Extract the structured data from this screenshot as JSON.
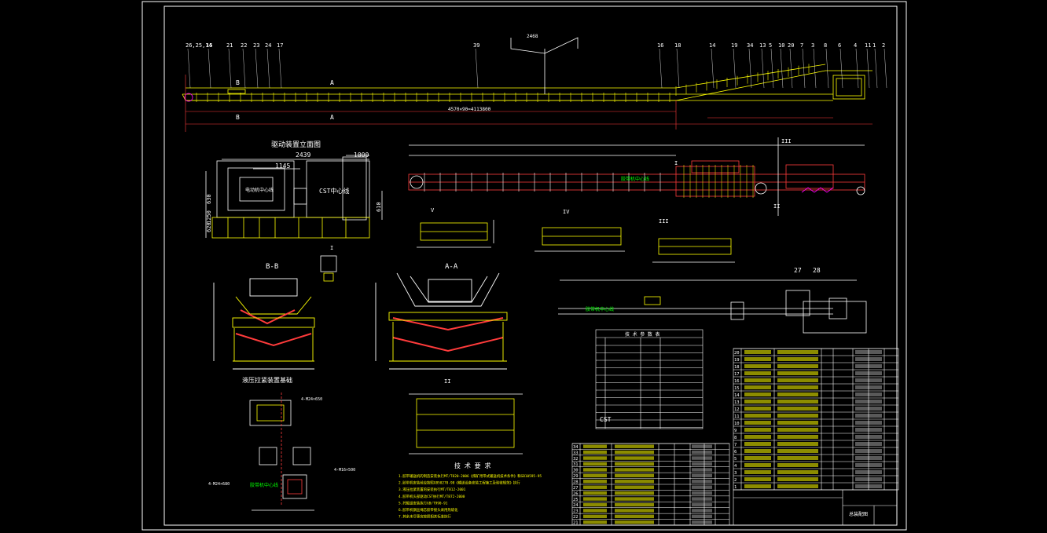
{
  "colors": {
    "background": "#000000",
    "frame": "#ffffff",
    "geometry": "#ffff00",
    "dimension": "#ff3b3b",
    "annotation": "#00ff00",
    "accent": "#ff00ff",
    "cyan": "#00ffff"
  },
  "drawing": {
    "top_labels": [
      "26,25,14",
      "15",
      "21",
      "22",
      "23",
      "24",
      "17",
      "39",
      "16",
      "18",
      "14",
      "19",
      "34",
      "13",
      "5",
      "10",
      "20",
      "7",
      "3",
      "8",
      "6",
      "4",
      "11",
      "1",
      "2"
    ],
    "top_length_dim": "2468",
    "top_total_dim": "4570×90=4113800",
    "section_A": "A",
    "section_B": "B",
    "drive_view_title": "驱动装置立面图",
    "drive_dim_2439": "2439",
    "drive_dim_1145": "1145",
    "drive_dim_1000": "1000",
    "drive_dim_1250": "1250",
    "drive_dim_630": "630",
    "drive_dim_620": "620",
    "drive_dim_610": "610",
    "drive_motor_label": "电动机中心线",
    "drive_cst_label": "CST中心线",
    "view_BB": "B-B",
    "view_AA": "A-A",
    "view_I": "I",
    "view_II": "II",
    "view_III": "III",
    "view_IV": "IV",
    "view_V": "V",
    "roman_labels_plan": [
      "I",
      "III",
      "II"
    ],
    "plan_center_label": "胶带机中心线",
    "tension_title": "液压拉紧装置基础",
    "tension_center_label": "胶带机中心线",
    "tension_labels": [
      "4-M24×650",
      "4-M24×680",
      "4-M16×500"
    ],
    "side_labels": [
      "27",
      "28"
    ],
    "side_center_label": "胶带机中心线",
    "tech_table_title": "技 术 参 数 表",
    "tech_cst_label": "CST",
    "tech_req_title": "技 术 要 求",
    "tech_req_lines": [
      "1.胶带输送机的制造安装执行MT/T820-2006《煤矿用带式输送机技术条件》和GB10595-95",
      "2.胶带机安装前应按照GB50270-98《输送设备安装工程施工及验收规范》执行",
      "3.液压拉紧装置的安装执行MT/T812-2001",
      "4.胶带机头部驱动CST执行MT/T872-2000",
      "5.托辊组安装执行GB/T990-91",
      "6.胶带机钢丝绳芯胶带接头采用热硫化",
      "7.其余未尽事宜按照相关标准执行"
    ],
    "parts_table_left_nums": [
      "34",
      "33",
      "32",
      "31",
      "30",
      "29",
      "28",
      "27",
      "26",
      "25",
      "24",
      "23",
      "22",
      "21"
    ],
    "parts_table_right_nums": [
      "20",
      "19",
      "18",
      "17",
      "16",
      "15",
      "14",
      "13",
      "12",
      "11",
      "10",
      "9",
      "8",
      "7",
      "6",
      "5",
      "4",
      "3",
      "2",
      "1"
    ],
    "title_block_text": "总装配图"
  }
}
